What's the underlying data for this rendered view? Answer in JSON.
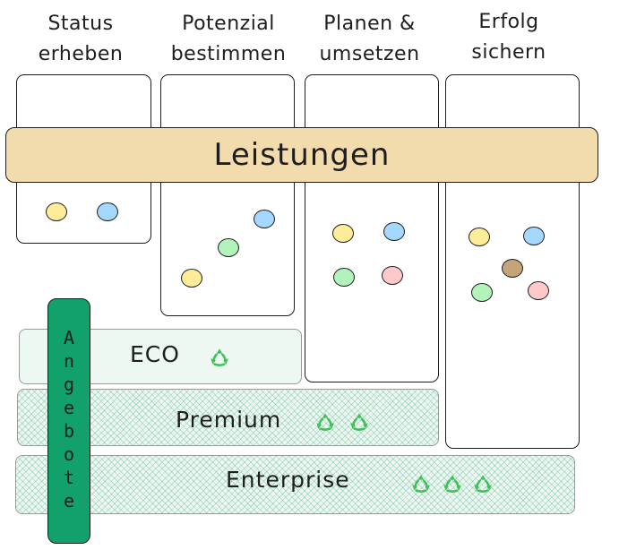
{
  "phases": [
    {
      "line1": "Status",
      "line2": "erheben"
    },
    {
      "line1": "Potenzial",
      "line2": "bestimmen"
    },
    {
      "line1": "Planen &",
      "line2": "umsetzen"
    },
    {
      "line1": "Erfolg",
      "line2": "sichern"
    }
  ],
  "banner": {
    "label": "Leistungen"
  },
  "offers": {
    "label": "Angebote",
    "letters": [
      "A",
      "n",
      "g",
      "e",
      "b",
      "o",
      "t",
      "e"
    ]
  },
  "tiers": [
    {
      "name": "ECO",
      "leaf_count": 1
    },
    {
      "name": "Premium",
      "leaf_count": 2
    },
    {
      "name": "Enterprise",
      "leaf_count": 3
    }
  ],
  "colors": {
    "banner": "#f2dcae",
    "offers_bar": "#12a06b",
    "tier_fill": "#eef8f2",
    "leaf": "#40c057",
    "dot_yellow": "#ffec99",
    "dot_blue": "#a5d8ff",
    "dot_green": "#b2f2bb",
    "dot_pink": "#ffc9c9",
    "dot_brown": "#c4a57a"
  },
  "icons": {
    "tier_icon": "recycle-leaf-icon"
  }
}
